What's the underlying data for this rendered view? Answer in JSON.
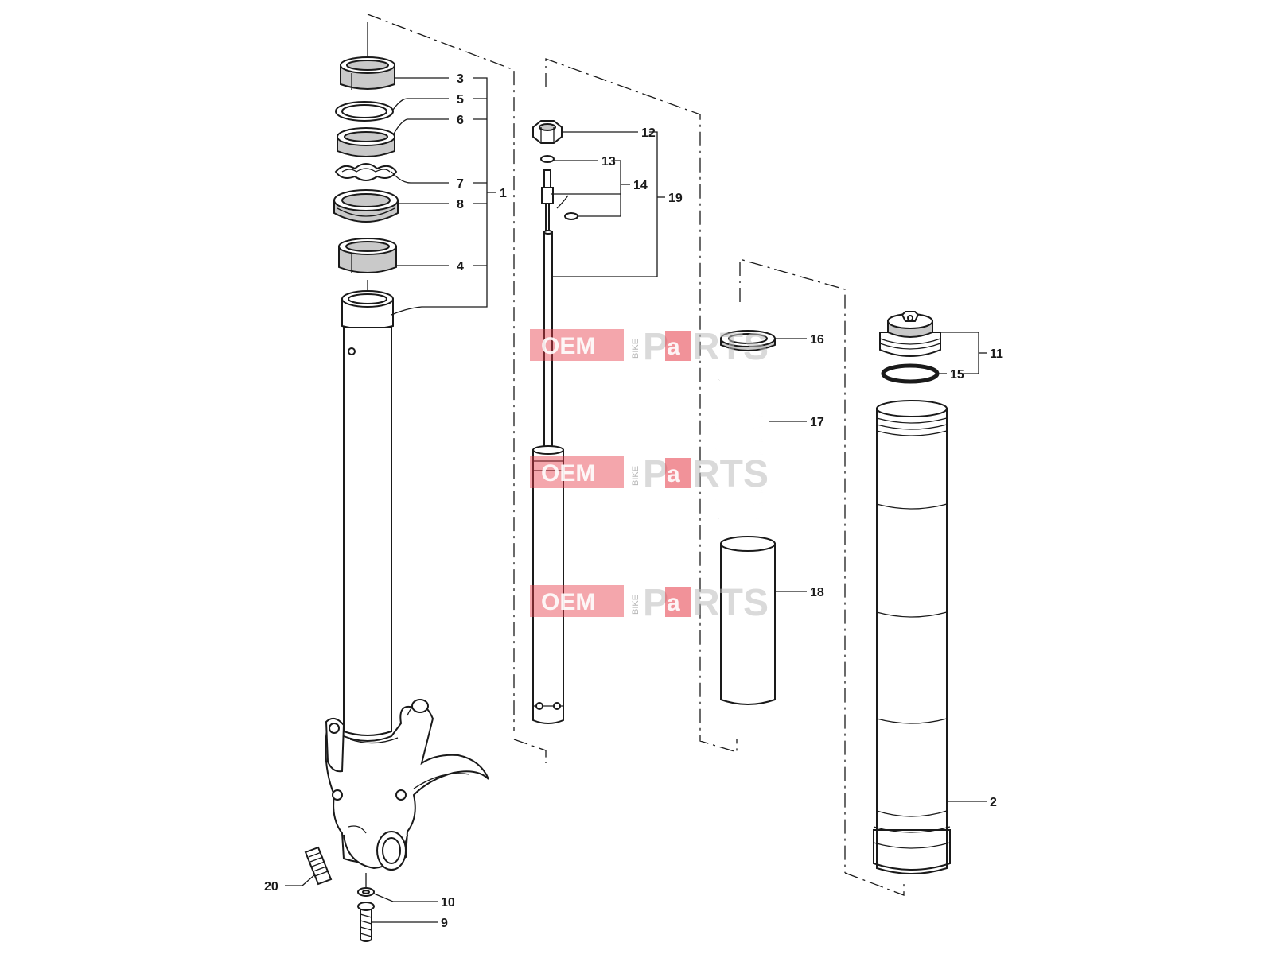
{
  "watermark": {
    "oem": "OEM",
    "bike": "BIKE",
    "parts_a": "P",
    "parts_b": "a",
    "parts_c": "RTS"
  },
  "callouts": {
    "c1": "1",
    "c2": "2",
    "c3": "3",
    "c4": "4",
    "c5": "5",
    "c6": "6",
    "c7": "7",
    "c8": "8",
    "c9": "9",
    "c10": "10",
    "c11": "11",
    "c12": "12",
    "c13": "13",
    "c14": "14",
    "c15": "15",
    "c16": "16",
    "c17": "17",
    "c18": "18",
    "c19": "19",
    "c20": "20"
  },
  "colors": {
    "watermark_red": "#e63946",
    "part_shade": "#c9c9c9",
    "line": "#1a1a1a"
  }
}
